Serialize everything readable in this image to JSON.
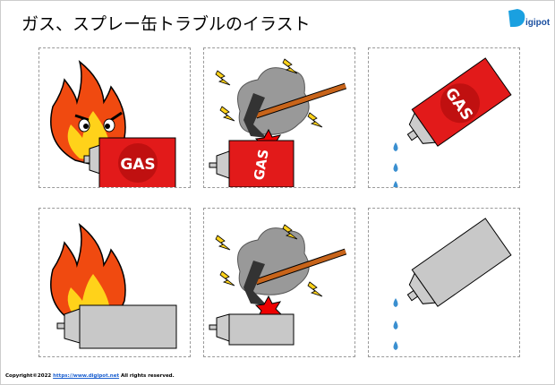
{
  "title": "ガス、スプレー缶トラブルのイラスト",
  "logo_text": "Digipot",
  "can_label": "GAS",
  "footer": {
    "prefix": "Copyright©2022 ",
    "link": "https://www.digipot.net",
    "suffix": " All rights reserved."
  },
  "colors": {
    "red": "#e21a1a",
    "gray": "#c8c8c8",
    "flame": "#f04a10",
    "water": "#3a8fd0"
  }
}
